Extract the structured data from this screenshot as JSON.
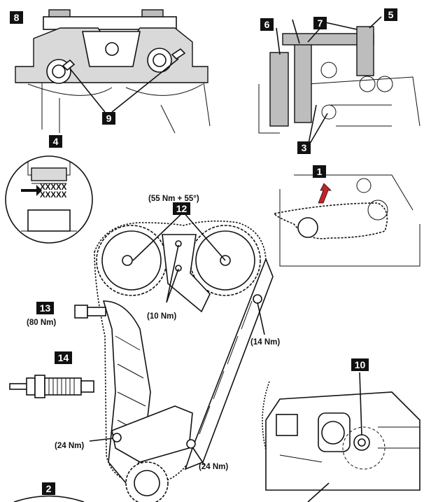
{
  "colors": {
    "ink": "#111111",
    "callout_bg": "#111111",
    "callout_text": "#ffffff",
    "accent_arrow": "#c8202a",
    "tool_gray": "#bdbdbd"
  },
  "callouts": [
    {
      "id": "c1",
      "label": "1"
    },
    {
      "id": "c2",
      "label": "2"
    },
    {
      "id": "c3",
      "label": "3"
    },
    {
      "id": "c4",
      "label": "4"
    },
    {
      "id": "c5",
      "label": "5"
    },
    {
      "id": "c6",
      "label": "6"
    },
    {
      "id": "c7",
      "label": "7"
    },
    {
      "id": "c8",
      "label": "8"
    },
    {
      "id": "c9",
      "label": "9"
    },
    {
      "id": "c10",
      "label": "10"
    },
    {
      "id": "c12",
      "label": "12"
    },
    {
      "id": "c13",
      "label": "13"
    },
    {
      "id": "c14",
      "label": "14"
    }
  ],
  "torques": {
    "camshaft_sprockets": "(55 Nm + 55°)",
    "tensioner_plug": "(80 Nm)",
    "upper_guide_bolts": "(10 Nm)",
    "guide_top_bolt": "(14 Nm)",
    "guide_left_bolt": "(24 Nm)",
    "guide_right_bolt": "(24 Nm)"
  },
  "marking_text": {
    "line1": "XXXXX",
    "line2": "XXXXX"
  }
}
